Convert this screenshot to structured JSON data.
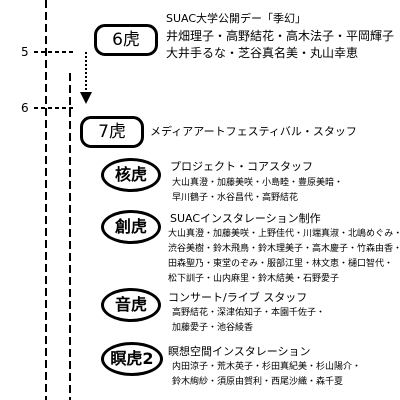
{
  "timeline": {
    "markers": [
      "5",
      "6"
    ]
  },
  "sections": [
    {
      "label": "6虎",
      "title": "SUAC大学公開デー「季幻」",
      "members": [
        "井畑理子・高野結花・高木法子・平岡輝子",
        "大井手るな・芝谷真名美・丸山幸恵"
      ]
    },
    {
      "label": "7虎",
      "title": "メディアアートフェスティバル・スタッフ",
      "groups": [
        {
          "label": "核虎",
          "title": "プロジェクト・コアスタッフ",
          "members": [
            "大山真澄・加藤美咲・小島睦・豊原美暗・",
            "早川鶴子・水谷昌代・高野結花"
          ]
        },
        {
          "label": "創虎",
          "title": "SUACインスタレーション制作",
          "members": [
            "大山真澄・加藤美咲・上野佳代・川端真淑・北嶋めぐみ・",
            "渋谷美樹・鈴木飛鳥・鈴木理美子・高木慶子・竹森由香・",
            "田森聖乃・東堂のぞみ・服部江里・林文恵・樋口智代・",
            "松下訓子・山内麻里・鈴木結美・石野愛子"
          ]
        },
        {
          "label": "音虎",
          "title": "コンサート/ライブ スタッフ",
          "members": [
            "高野結花・深津佑知子・本園千佐子・",
            "加藤愛子・池谷綾香"
          ]
        },
        {
          "label": "瞑虎2",
          "title": "瞑想空間インスタレーション",
          "members": [
            "内田涼子・荒木英子・杉田真紀美・杉山陽介・",
            "鈴木絢紗・須原由賀利・西尾沙織・森千夏"
          ]
        }
      ]
    }
  ]
}
